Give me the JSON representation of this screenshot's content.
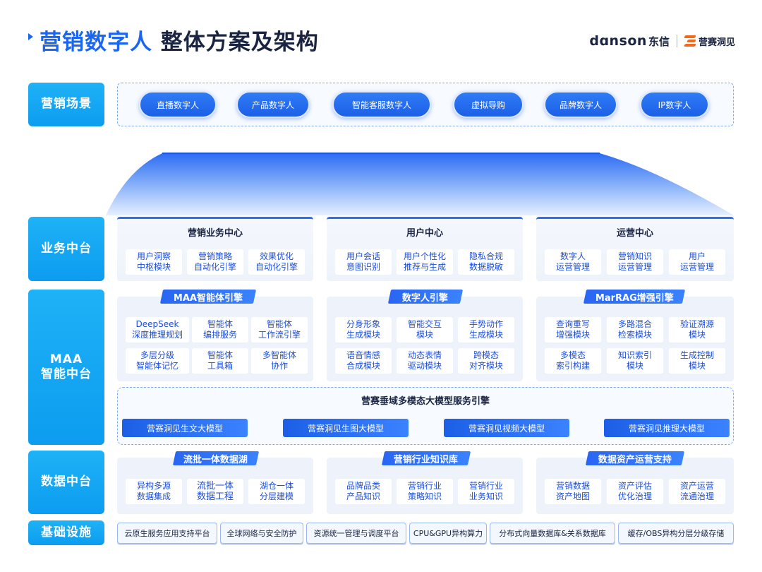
{
  "header": {
    "title_highlight": "营销数字人",
    "title_rest": "整体方案及架构",
    "brand_main": "dɑnson",
    "brand_cn": "东信",
    "brand_sub": "营赛洞见"
  },
  "layers": {
    "scene": "营销场景",
    "business": "业务中台",
    "maa": "MAA\n智能中台",
    "data": "数据中台",
    "infra": "基础设施"
  },
  "scenes": [
    "直播数字人",
    "产品数字人",
    "智能客服数字人",
    "虚拟导购",
    "品牌数字人",
    "IP数字人"
  ],
  "business_centers": [
    {
      "title": "营销业务中心",
      "items": [
        "用户洞察\n中枢模块",
        "营销策略\n自动化引擎",
        "效果优化\n自动化引擎"
      ]
    },
    {
      "title": "用户中心",
      "items": [
        "用户会话\n意图识别",
        "用户个性化\n推荐与生成",
        "隐私合规\n数据脱敏"
      ]
    },
    {
      "title": "运营中心",
      "items": [
        "数字人\n运营管理",
        "营销知识\n运营管理",
        "用户\n运营管理"
      ]
    }
  ],
  "maa_engines": [
    {
      "title": "MAA智能体引擎",
      "items": [
        "DeepSeek\n深度推理规划",
        "智能体\n编排服务",
        "智能体\n工作流引擎",
        "多层分级\n智能体记忆",
        "智能体\n工具箱",
        "多智能体\n协作"
      ]
    },
    {
      "title": "数字人引擎",
      "items": [
        "分身形象\n生成模块",
        "智能交互\n模块",
        "手势动作\n生成模块",
        "语音情感\n合成模块",
        "动态表情\n驱动模块",
        "跨模态\n对齐模块"
      ]
    },
    {
      "title": "MarRAG增强引擎",
      "items": [
        "查询重写\n增强模块",
        "多路混合\n检索模块",
        "验证溯源\n模块",
        "多模态\n索引构建",
        "知识索引\n模块",
        "生成控制\n模块"
      ]
    }
  ],
  "multimodal": {
    "title": "营赛垂域多模态大模型服务引擎",
    "models": [
      "营赛洞见生文大模型",
      "营赛洞见生图大模型",
      "营赛洞见视频大模型",
      "营赛洞见推理大模型"
    ]
  },
  "data_platforms": [
    {
      "title": "流批一体数据湖",
      "items": [
        "异构多源\n数据集成",
        "流批一体\n数据工程",
        "湖仓一体\n分层建模"
      ]
    },
    {
      "title": "营销行业知识库",
      "items": [
        "品牌品类\n产品知识",
        "营销行业\n策略知识",
        "营销行业\n业务知识"
      ]
    },
    {
      "title": "数据资产运营支持",
      "items": [
        "营销数据\n资产地图",
        "资产评估\n优化治理",
        "资产运营\n流通治理"
      ]
    }
  ],
  "infrastructure": [
    "云原生服务应用支持平台",
    "全球网络与安全防护",
    "资源统一管理与调度平台",
    "CPU&GPU异构算力",
    "分布式向量数据库&关系数据库",
    "缓存/OBS异构分层分级存储"
  ],
  "colors": {
    "primary": "#1a66f2",
    "label_bg": "#1aa8f4",
    "panel_bg": "#eef3fb",
    "cell_text": "#1f4fd6"
  }
}
